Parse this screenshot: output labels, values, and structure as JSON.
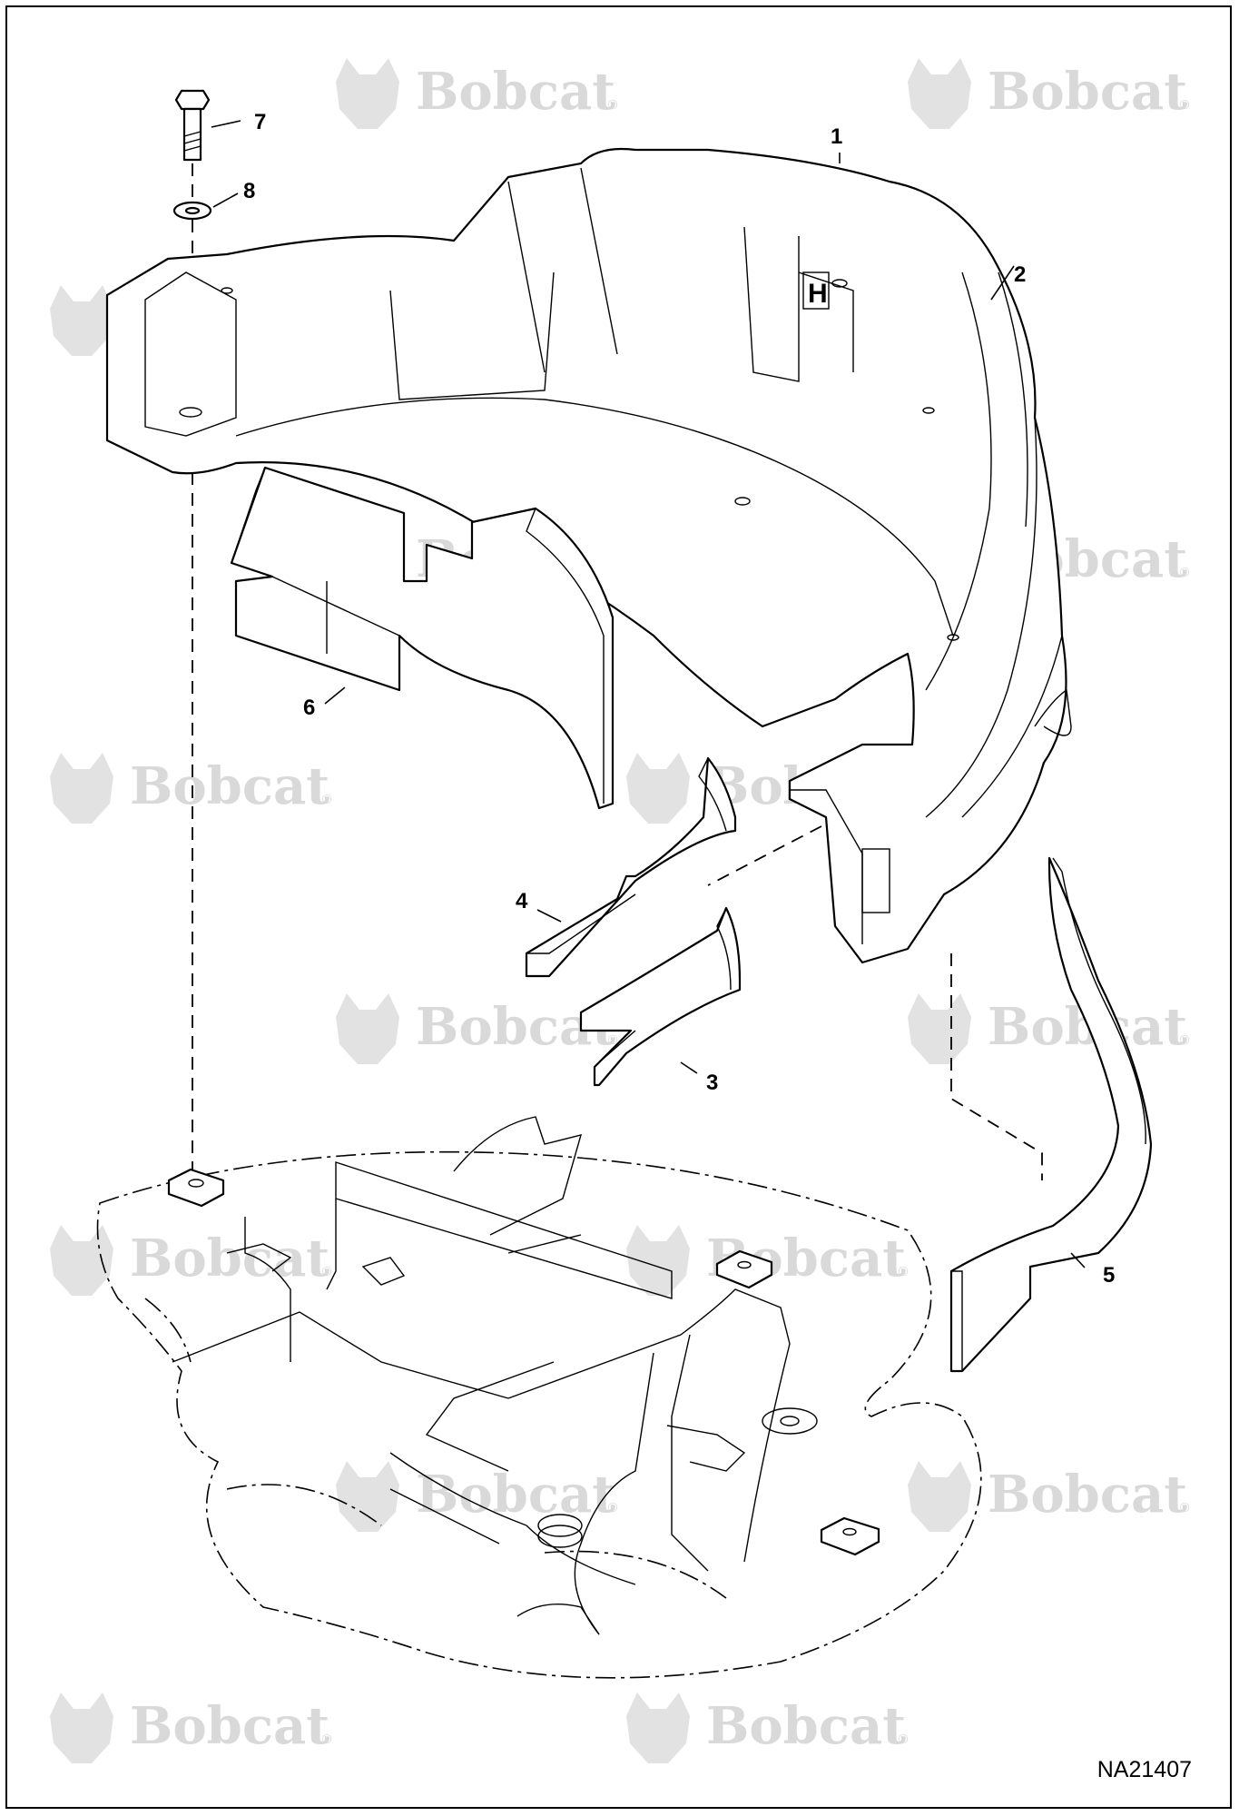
{
  "watermark": {
    "brand": "Bobcat",
    "mark": "®"
  },
  "callouts": [
    {
      "id": "1",
      "label": "1"
    },
    {
      "id": "2",
      "label": "2"
    },
    {
      "id": "3",
      "label": "3"
    },
    {
      "id": "4",
      "label": "4"
    },
    {
      "id": "5",
      "label": "5"
    },
    {
      "id": "6",
      "label": "6"
    },
    {
      "id": "7",
      "label": "7"
    },
    {
      "id": "8",
      "label": "8"
    }
  ],
  "figure_id": "NA21407",
  "colors": {
    "line": "#000000",
    "watermark": "#d9d9d9",
    "background": "#ffffff"
  }
}
